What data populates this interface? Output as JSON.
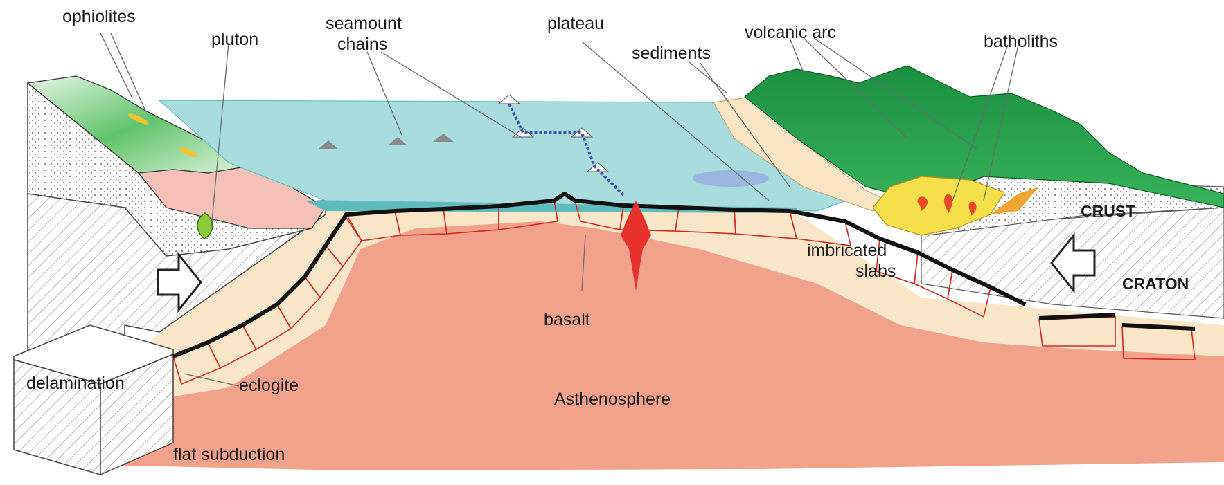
{
  "labels": {
    "ophiolites": "ophiolites",
    "pluton": "pluton",
    "seamount": "seamount",
    "chains": "chains",
    "plateau": "plateau",
    "sediments": "sediments",
    "volcanic_arc": "volcanic arc",
    "batholiths": "batholiths",
    "crust": "CRUST",
    "craton": "CRATON",
    "imbricated": "imbricated",
    "slabs": "slabs",
    "basalt": "basalt",
    "eclogite": "eclogite",
    "delamination": "delamination",
    "asthenosphere": "Asthenosphere",
    "flat_subduction": "flat subduction"
  },
  "colors": {
    "ocean": "#a9dcdc",
    "ocean_edge": "#5fbcbc",
    "asthenosphere": "#f2a28a",
    "lithosphere": "#f9e6c8",
    "slab_fill": "#fbe9d2",
    "slab_outline": "#d2281e",
    "oceanic_crust": "#111111",
    "arc_green": "#1e9a47",
    "ophiolite_green": "#4dbb62",
    "batholith_yellow": "#f4e04a",
    "batholith_orange": "#f3a531",
    "pink_block": "#f4c0b7",
    "basalt_red": "#e8312a",
    "plateau_blue": "#9ab3df"
  }
}
